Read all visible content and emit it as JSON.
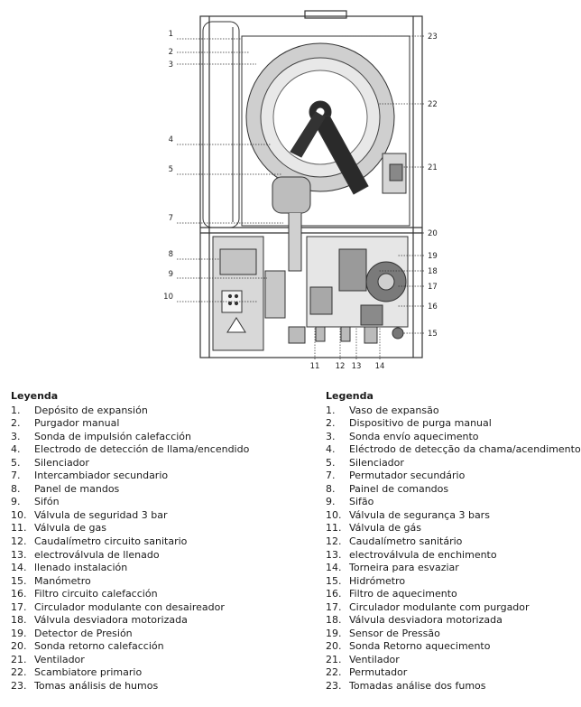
{
  "diagram": {
    "callouts": [
      "1",
      "2",
      "3",
      "4",
      "5",
      "7",
      "8",
      "9",
      "10",
      "11",
      "12",
      "13",
      "14",
      "15",
      "16",
      "17",
      "18",
      "19",
      "20",
      "21",
      "22",
      "23"
    ]
  },
  "legend_es": {
    "title": "Leyenda",
    "items": [
      {
        "num": "1.",
        "text": "Depósito de expansión"
      },
      {
        "num": "2.",
        "text": "Purgador manual"
      },
      {
        "num": "3.",
        "text": "Sonda de impulsión calefacción"
      },
      {
        "num": "4.",
        "text": "Electrodo de detección de llama/encendido"
      },
      {
        "num": "5.",
        "text": "Silenciador"
      },
      {
        "num": "7.",
        "text": "Intercambiador secundario"
      },
      {
        "num": "8.",
        "text": "Panel de mandos"
      },
      {
        "num": "9.",
        "text": "Sifón"
      },
      {
        "num": "10.",
        "text": "Válvula de seguridad 3 bar"
      },
      {
        "num": "11.",
        "text": "Válvula de gas"
      },
      {
        "num": "12.",
        "text": "Caudalímetro circuito sanitario"
      },
      {
        "num": "13.",
        "text": "electroválvula de llenado"
      },
      {
        "num": "14.",
        "text": "llenado instalación"
      },
      {
        "num": "15.",
        "text": "Manómetro"
      },
      {
        "num": "16.",
        "text": "Filtro circuito calefacción"
      },
      {
        "num": "17.",
        "text": "Circulador modulante con desaireador"
      },
      {
        "num": "18.",
        "text": "Válvula desviadora motorizada"
      },
      {
        "num": "19.",
        "text": "Detector de Presión"
      },
      {
        "num": "20.",
        "text": "Sonda retorno calefacción"
      },
      {
        "num": "21.",
        "text": "Ventilador"
      },
      {
        "num": "22.",
        "text": "Scambiatore primario"
      },
      {
        "num": "23.",
        "text": "Tomas análisis de humos"
      }
    ]
  },
  "legend_pt": {
    "title": "Legenda",
    "items": [
      {
        "num": "1.",
        "text": "Vaso de expansão"
      },
      {
        "num": "2.",
        "text": "Dispositivo de purga manual"
      },
      {
        "num": "3.",
        "text": "Sonda envío aquecimento"
      },
      {
        "num": "4.",
        "text": "Eléctrodo de detecção da chama/acendimento"
      },
      {
        "num": "5.",
        "text": "Silenciador"
      },
      {
        "num": "7.",
        "text": "Permutador secundário"
      },
      {
        "num": "8.",
        "text": "Painel de comandos"
      },
      {
        "num": "9.",
        "text": "Sifão"
      },
      {
        "num": "10.",
        "text": "Válvula de segurança 3 bars"
      },
      {
        "num": "11.",
        "text": "Válvula de gás"
      },
      {
        "num": "12.",
        "text": "Caudalímetro sanitário"
      },
      {
        "num": "13.",
        "text": "electroválvula de enchimento"
      },
      {
        "num": "14.",
        "text": "Torneira para esvaziar"
      },
      {
        "num": "15.",
        "text": "Hidrómetro"
      },
      {
        "num": "16.",
        "text": "Filtro de aquecimento"
      },
      {
        "num": "17.",
        "text": "Circulador modulante com purgador"
      },
      {
        "num": "18.",
        "text": "Válvula desviadora motorizada"
      },
      {
        "num": "19.",
        "text": "Sensor de Pressão"
      },
      {
        "num": "20.",
        "text": "Sonda Retorno aquecimento"
      },
      {
        "num": "21.",
        "text": "Ventilador"
      },
      {
        "num": "22.",
        "text": "Permutador"
      },
      {
        "num": "23.",
        "text": "Tomadas análise dos fumos"
      }
    ]
  }
}
